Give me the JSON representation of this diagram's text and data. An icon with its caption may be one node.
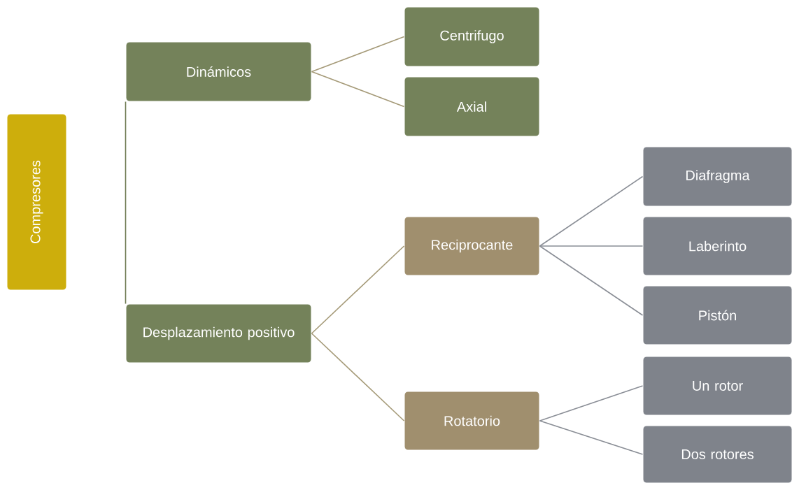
{
  "diagram": {
    "nodes": [
      {
        "text": [
          "Compresores"
        ]
      },
      {
        "text": [
          "Dinámicos"
        ]
      },
      {
        "text": [
          "Desplazamiento positivo"
        ]
      },
      {
        "text": [
          "Centrifugo"
        ]
      },
      {
        "text": [
          "Axial"
        ]
      },
      {
        "text": [
          "Reciprocante"
        ]
      },
      {
        "text": [
          "Rotatorio"
        ]
      },
      {
        "text": [
          "Diafragma"
        ]
      },
      {
        "text": [
          "Laberinto"
        ]
      },
      {
        "text": [
          "Pistón"
        ]
      },
      {
        "text": [
          "Un rotor"
        ]
      },
      {
        "text": [
          "Dos rotores"
        ]
      }
    ],
    "edges": [
      {
        "from": 1,
        "to": 2,
        "arrow": "none",
        "color": "#6e7a52"
      },
      {
        "from": 1,
        "to": 3,
        "arrow": "none",
        "color": "#a59a78"
      },
      {
        "from": 1,
        "to": 4,
        "arrow": "none",
        "color": "#a59a78"
      },
      {
        "from": 2,
        "to": 5,
        "arrow": "none",
        "color": "#a59a78"
      },
      {
        "from": 2,
        "to": 6,
        "arrow": "none",
        "color": "#a59a78"
      },
      {
        "from": 5,
        "to": 7,
        "arrow": "none",
        "color": "#8a8e96"
      },
      {
        "from": 5,
        "to": 8,
        "arrow": "none",
        "color": "#8a8e96"
      },
      {
        "from": 5,
        "to": 9,
        "arrow": "none",
        "color": "#8a8e96"
      },
      {
        "from": 6,
        "to": 10,
        "arrow": "none",
        "color": "#8a8e96"
      },
      {
        "from": 6,
        "to": 11,
        "arrow": "none",
        "color": "#8a8e96"
      }
    ]
  }
}
